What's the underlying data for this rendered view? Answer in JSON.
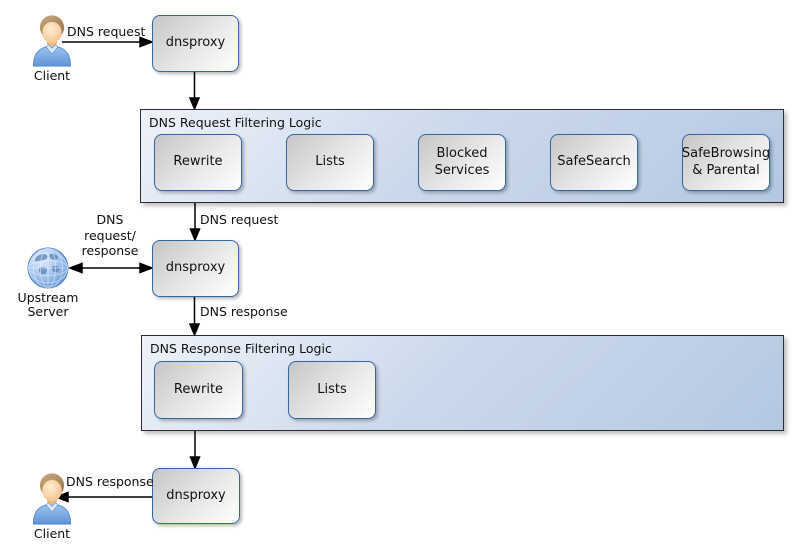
{
  "colors": {
    "box_border": "#3465a4",
    "box_fill_start": "#c6c6c6",
    "box_fill_end": "#ffffff",
    "container_fill_start": "#eef2f9",
    "container_fill_end": "#b4c8e2",
    "container_border": "#2d2d2d",
    "arrow": "#000000",
    "text": "#111111"
  },
  "nodes": {
    "client_top": {
      "label": "Client"
    },
    "dnsproxy_top": {
      "label": "dnsproxy"
    },
    "dnsproxy_mid": {
      "label": "dnsproxy"
    },
    "dnsproxy_bottom": {
      "label": "dnsproxy"
    },
    "upstream": {
      "label": "Upstream\nServer"
    },
    "client_bottom": {
      "label": "Client"
    }
  },
  "containers": {
    "request": {
      "title": "DNS Request Filtering Logic",
      "boxes": [
        {
          "label": "Rewrite"
        },
        {
          "label": "Lists"
        },
        {
          "label": "Blocked\nServices"
        },
        {
          "label": "SafeSearch"
        },
        {
          "label": "SafeBrowsing\n& Parental"
        }
      ]
    },
    "response": {
      "title": "DNS Response Filtering Logic",
      "boxes": [
        {
          "label": "Rewrite"
        },
        {
          "label": "Lists"
        }
      ]
    }
  },
  "edges": {
    "client_request": "DNS request",
    "request_to_mid": "DNS request",
    "upstream_link": "DNS\nrequest/\nresponse",
    "response_from_mid": "DNS response",
    "client_response": "DNS response"
  }
}
